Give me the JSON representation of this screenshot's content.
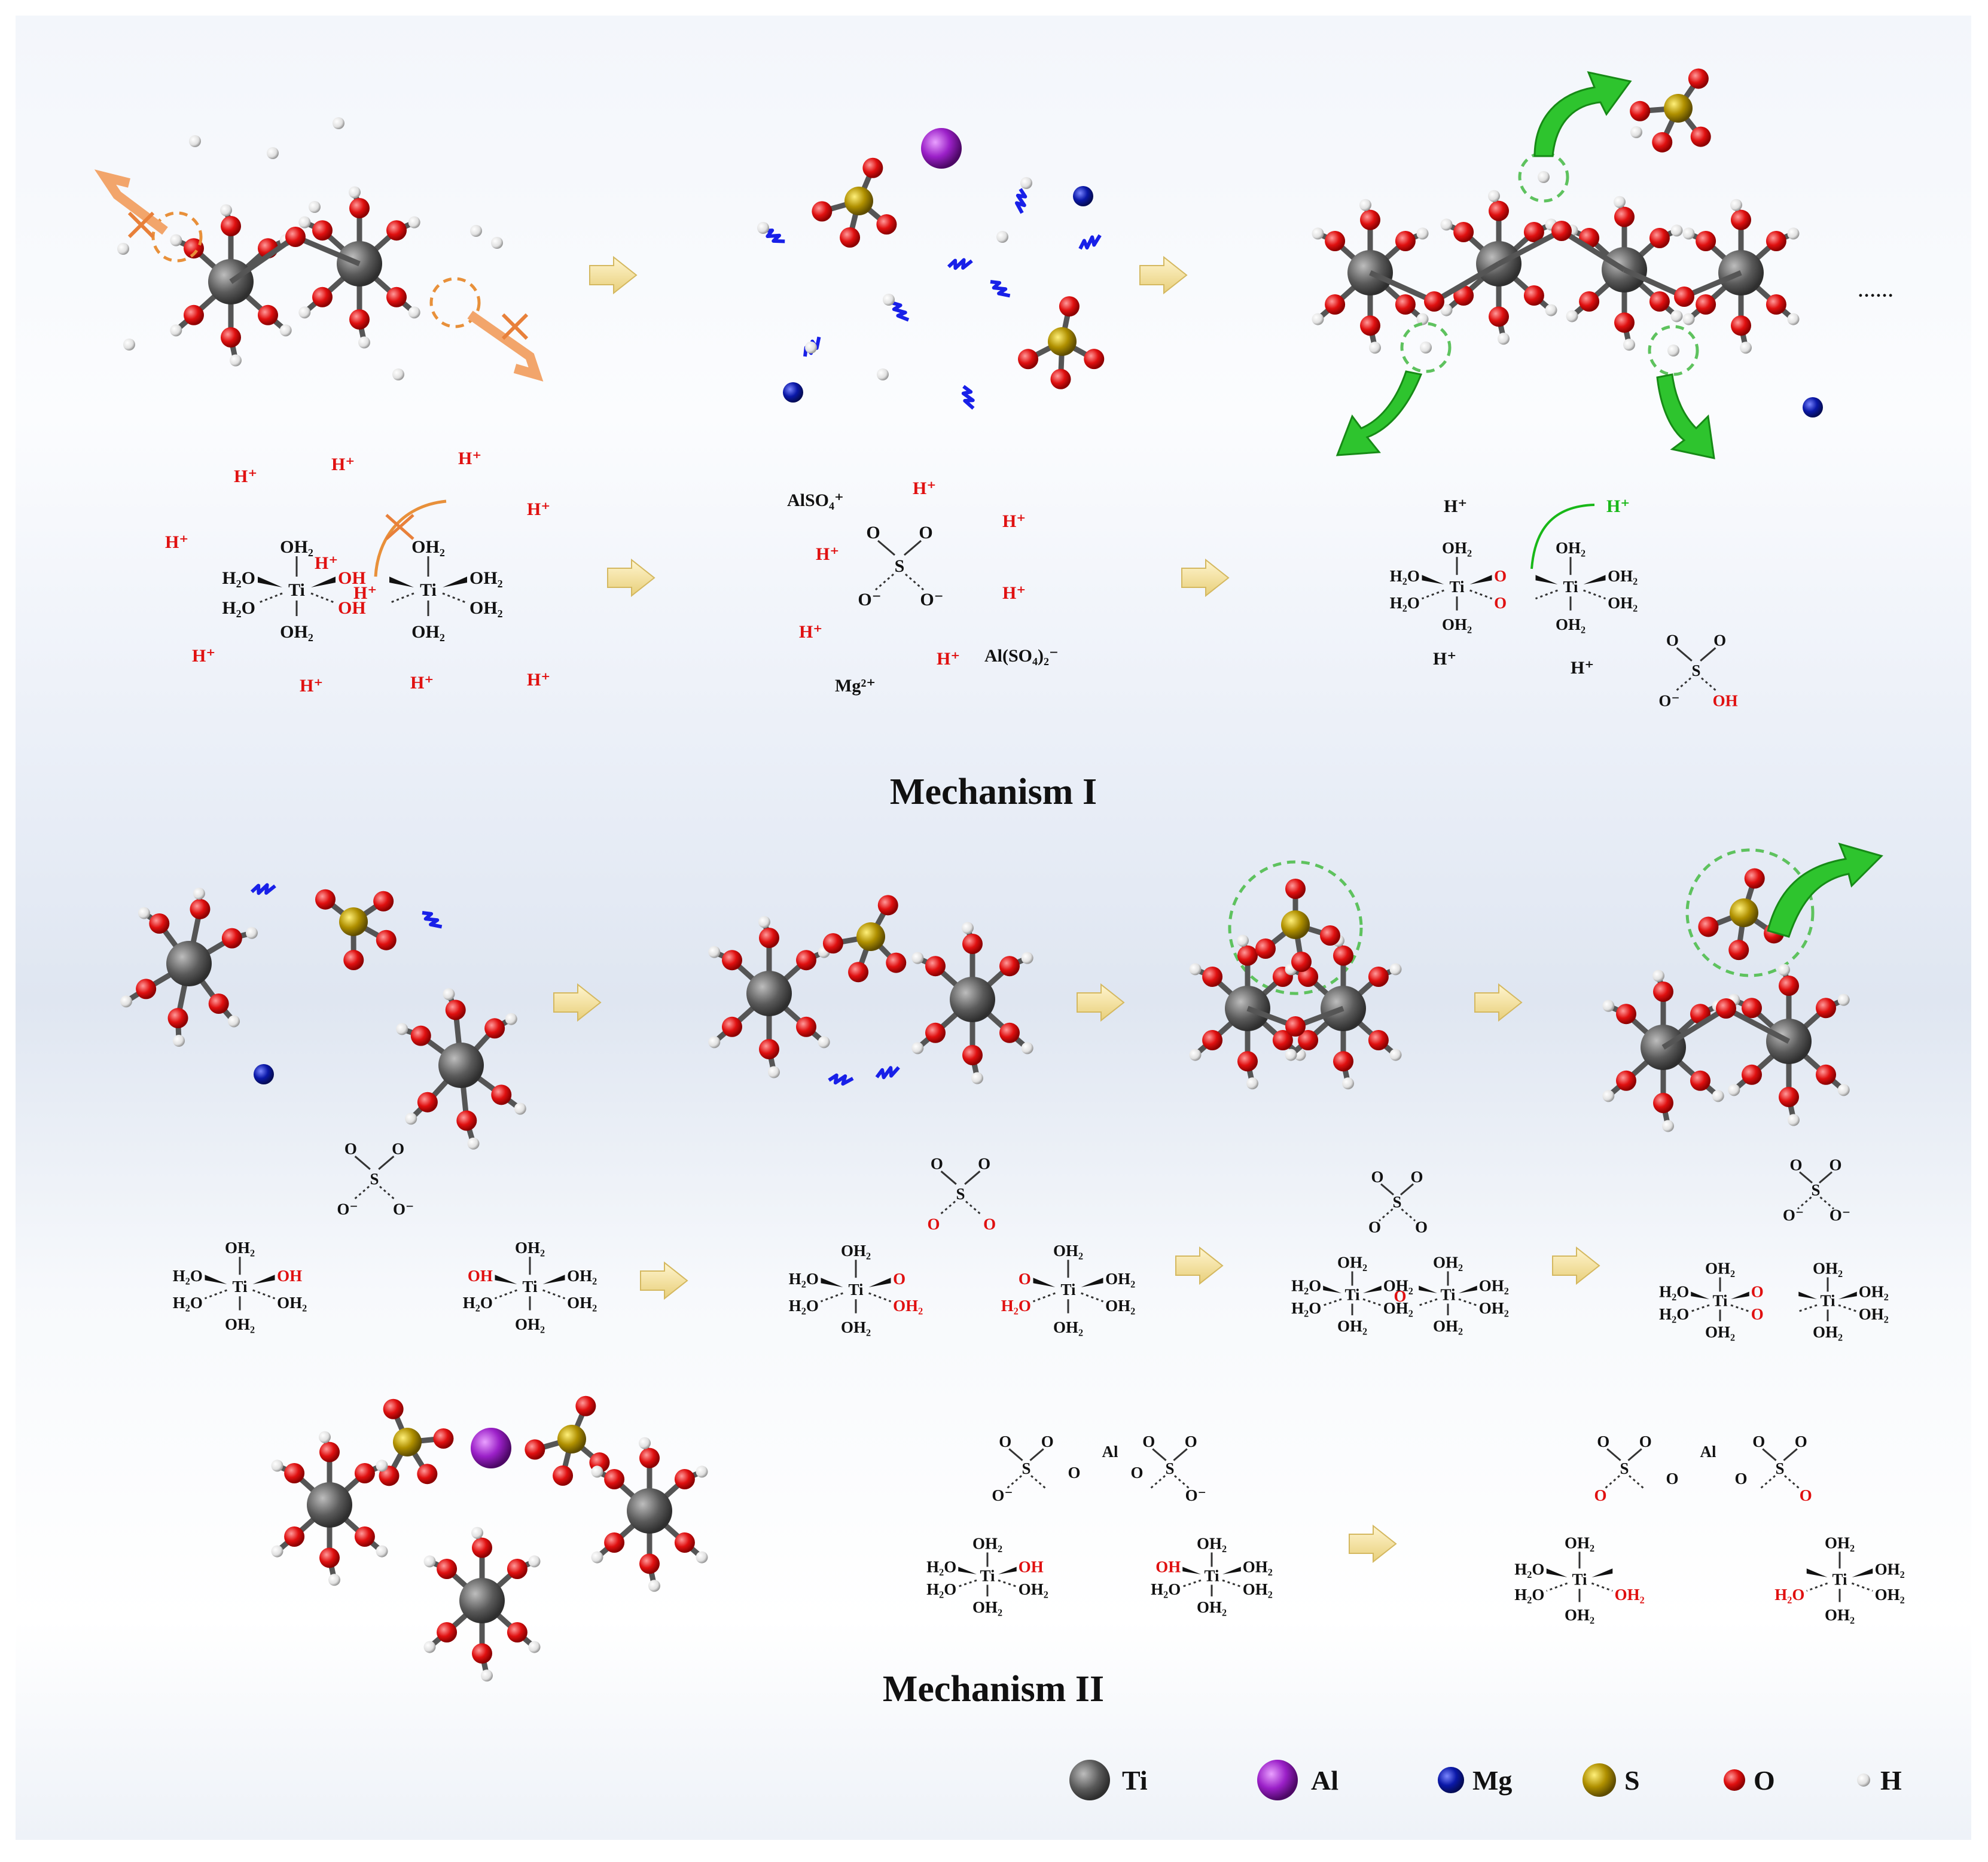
{
  "titles": {
    "mech1": "Mechanism I",
    "mech2": "Mechanism II"
  },
  "legend": [
    {
      "symbol": "Ti",
      "color": "#555555"
    },
    {
      "symbol": "Al",
      "color": "#9b20c8"
    },
    {
      "symbol": "Mg",
      "color": "#0a18a8"
    },
    {
      "symbol": "S",
      "color": "#b09000"
    },
    {
      "symbol": "O",
      "color": "#e01010"
    },
    {
      "symbol": "H",
      "color": "#e6e6e6"
    }
  ],
  "labels": {
    "h_plus": "H⁺",
    "ti": "Ti",
    "oh2": "OH₂",
    "h2o": "H₂O",
    "oh": "OH",
    "o": "O",
    "o_minus": "O⁻",
    "s": "S",
    "al": "Al",
    "mg2": "Mg²⁺",
    "also4": "AlSO₄⁺",
    "also42": "Al(SO₄)₂⁻",
    "ellipsis": "……"
  }
}
